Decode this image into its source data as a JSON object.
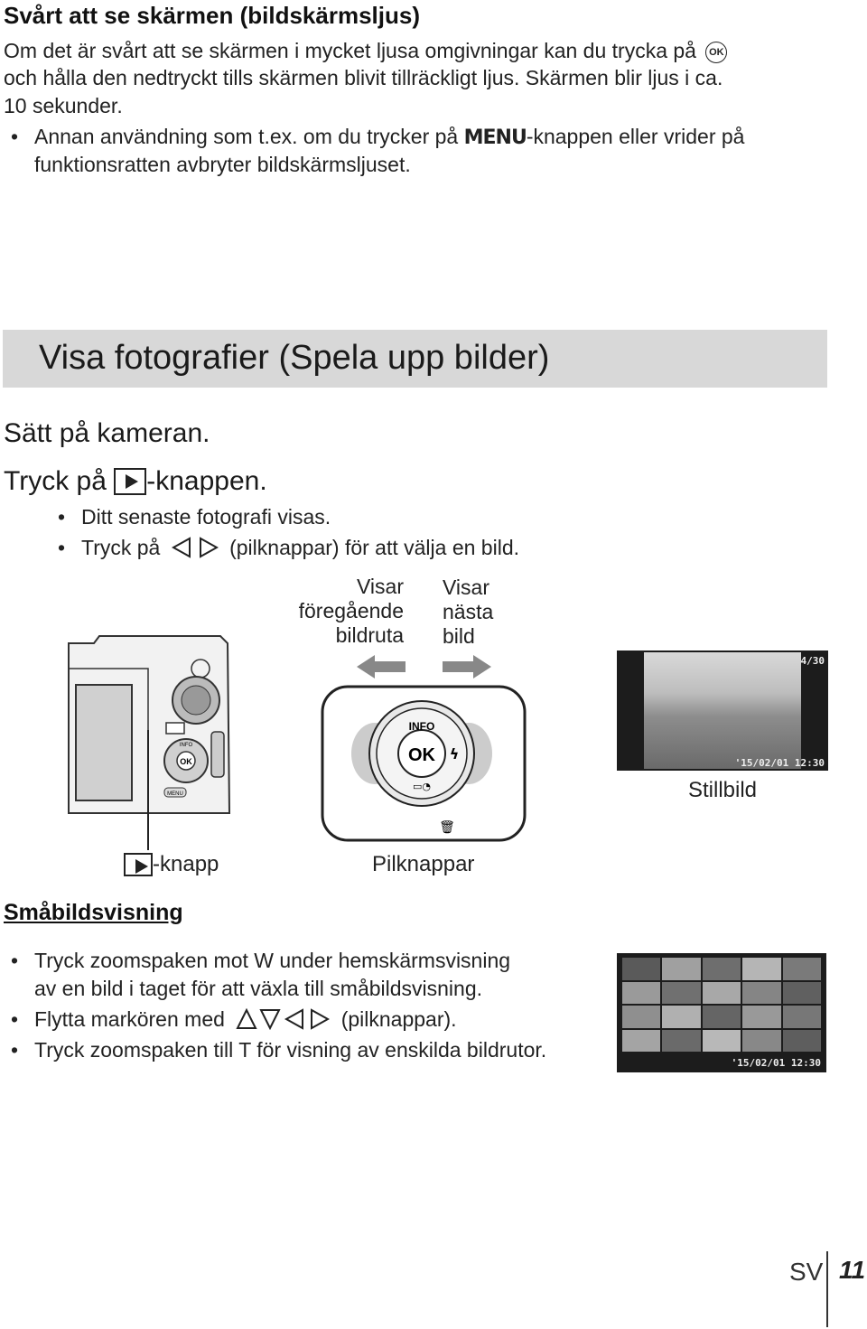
{
  "section1": {
    "title": "Svårt att se skärmen (bildskärmsljus)",
    "line1": "Om det är svårt att se skärmen i mycket ljusa omgivningar kan du trycka på",
    "ok_icon": "OK",
    "line2": "och hålla den nedtryckt tills skärmen blivit tillräckligt ljus. Skärmen blir ljus i ca.",
    "line3": "10 sekunder.",
    "bullet_pre": "Annan användning som t.ex. om du trycker på",
    "menu_word": "MENU",
    "bullet_post": "-knappen eller vrider på",
    "bullet_line2": "funktionsratten avbryter bildskärmsljuset."
  },
  "section2": {
    "banner": "Visa fotografier (Spela upp bilder)",
    "step1": "Sätt på kameran.",
    "step2_pre": "Tryck på",
    "step2_post": "-knappen.",
    "bullet1": "Ditt senaste fotografi visas.",
    "bullet2_pre": "Tryck på",
    "bullet2_post": "(pilknappar) för att välja en bild."
  },
  "figure": {
    "prev_label": [
      "Visar",
      "föregående",
      "bildruta"
    ],
    "next_label": [
      "Visar",
      "nästa",
      "bild"
    ],
    "play_button_label": "-knapp",
    "arrow_buttons_label": "Pilknappar",
    "still_label": "Stillbild",
    "photo_counter": "4/30",
    "photo_timestamp": "'15/02/01  12:30",
    "dial_info": "INFO",
    "dial_ok": "OK",
    "cam_ok": "OK",
    "cam_menu": "MENU",
    "cam_info": "INFO"
  },
  "section3": {
    "title": "Småbildsvisning",
    "bullet1_line1": "Tryck zoomspaken mot W under hemskärmsvisning",
    "bullet1_line2": "av en bild i taget för att växla till småbildsvisning.",
    "bullet2_pre": "Flytta markören med",
    "bullet2_post": "(pilknappar).",
    "bullet3": "Tryck zoomspaken till T för visning av enskilda bildrutor.",
    "thumb_timestamp": "'15/02/01  12:30"
  },
  "footer": {
    "lang": "SV",
    "page": "11"
  }
}
